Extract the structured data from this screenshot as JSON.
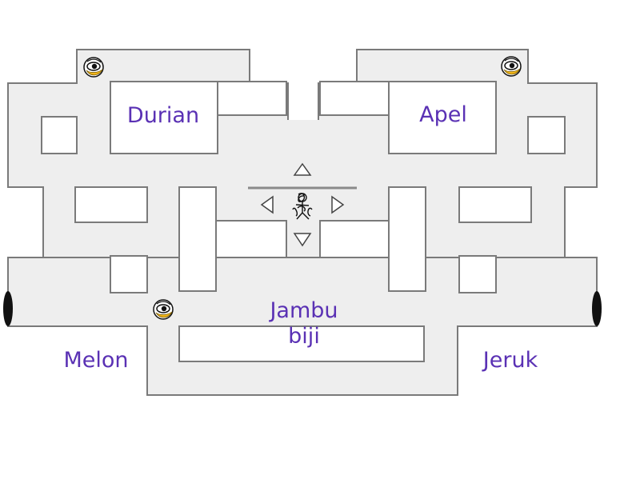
{
  "game": {
    "answers": {
      "top_left": "Durian",
      "top_right": "Apel",
      "center_bottom_line1": "Jambu",
      "center_bottom_line2": "biji",
      "bottom_left": "Melon",
      "bottom_right": "Jeruk"
    },
    "colors": {
      "corridor": "#eeeeee",
      "wall_stroke": "#7a7a7a",
      "label": "#5a31b4",
      "eye_iris": "#f2b61a",
      "tunnel": "#111111"
    },
    "icons": {
      "player": "player-character-icon",
      "ghost": "eye-ghost-icon",
      "arrows": [
        "arrow-up-icon",
        "arrow-left-icon",
        "arrow-right-icon",
        "arrow-down-icon"
      ]
    },
    "ghost_count": 3
  }
}
